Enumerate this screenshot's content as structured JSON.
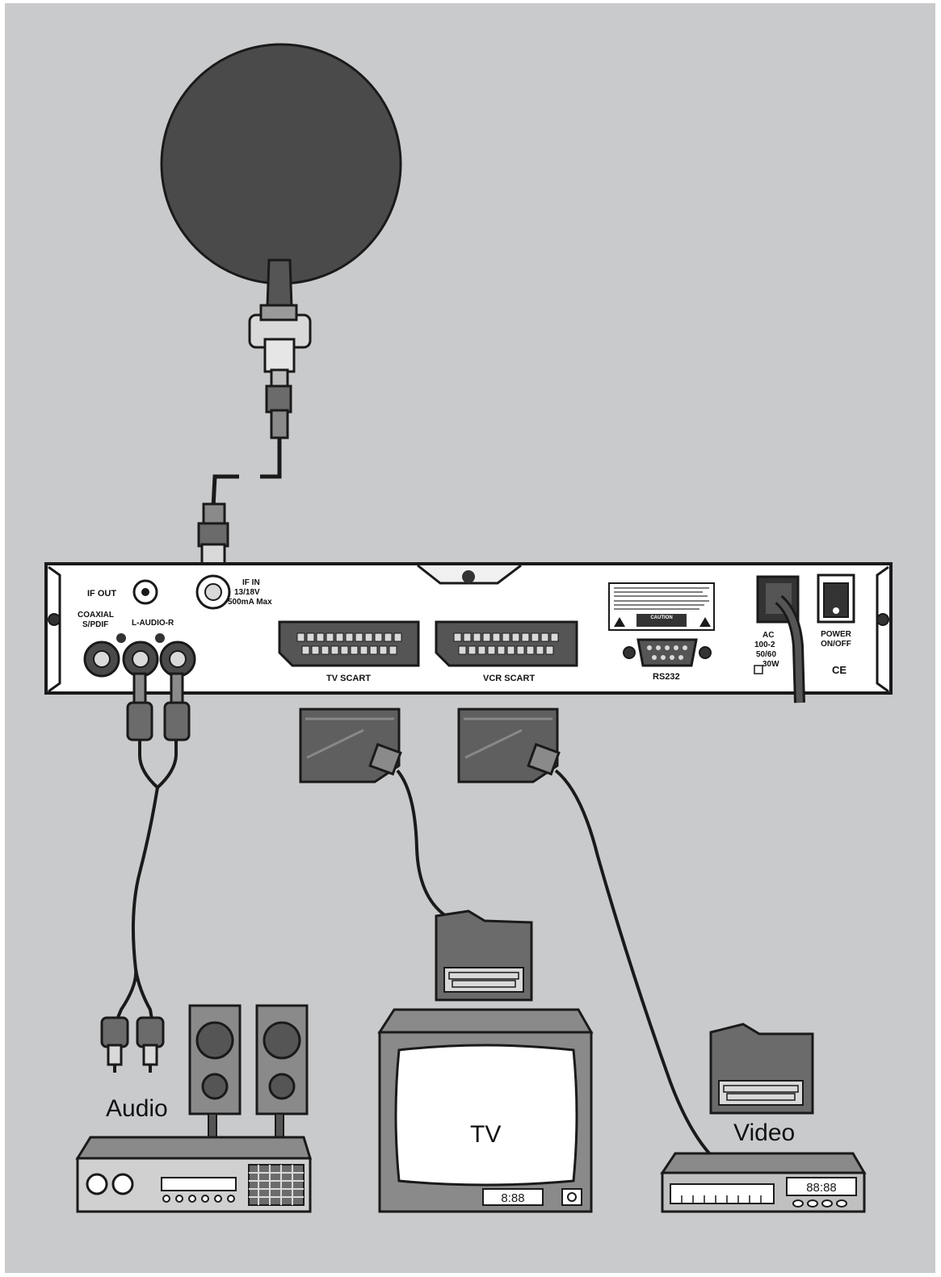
{
  "colors": {
    "background": "#c9cacc",
    "panel": "#ffffff",
    "line": "#1a1a1a",
    "dish": "#4a4a4a",
    "device_dark": "#6b6b6b",
    "device_light": "#d9d9d9"
  },
  "receiver": {
    "if_out": "IF OUT",
    "if_in_line1": "IF IN",
    "if_in_line2": "13/18V",
    "if_in_line3": "500mA Max",
    "coaxial_line1": "COAXIAL",
    "coaxial_line2": "S/PDIF",
    "audio_lr": "L-AUDIO-R",
    "tv_scart": "TV SCART",
    "vcr_scart": "VCR SCART",
    "rs232": "RS232",
    "caution": "CAUTION",
    "ac_line1": "AC",
    "ac_line2": "100-2",
    "ac_line3": "50/60",
    "ac_line4": "30W",
    "power_line1": "POWER",
    "power_line2": "ON/OFF",
    "ce_mark": "CE"
  },
  "devices": {
    "audio_label": "Audio",
    "tv_label": "TV",
    "video_label": "Video",
    "tv_display": "8:88",
    "vcr_display": "88:88"
  },
  "icons": [
    "satellite-dish-icon",
    "power-icon",
    "warning-icon",
    "ce-mark-icon",
    "double-insulation-icon"
  ]
}
